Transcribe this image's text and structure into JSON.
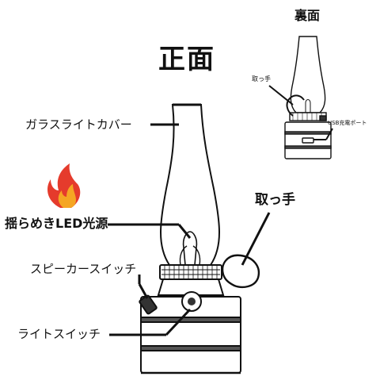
{
  "front": {
    "title": "正面",
    "labels": {
      "glass_cover": "ガラスライトカバー",
      "flicker_led": "揺らめきLED光源",
      "handle": "取っ手",
      "speaker_switch": "スピーカースイッチ",
      "light_switch": "ライトスイッチ"
    }
  },
  "back": {
    "title": "裏面",
    "labels": {
      "handle": "取っ手",
      "usb_port": "USB充電ポート"
    }
  },
  "colors": {
    "line": "#111111",
    "flame_outer": "#e53b2c",
    "flame_inner": "#f5a623"
  },
  "icons": [
    "flame-icon"
  ]
}
